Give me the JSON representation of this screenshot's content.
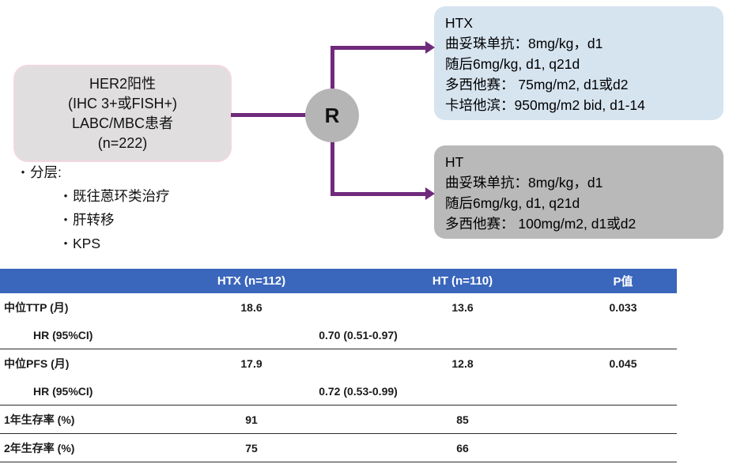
{
  "diagram": {
    "population_box": {
      "lines": [
        "HER2阳性",
        "(IHC 3+或FISH+)",
        "LABC/MBC患者",
        "(n=222)"
      ],
      "fill_color": "#e0dede",
      "border_color": "#f2d7e2"
    },
    "randomization": {
      "label": "R",
      "fill_color": "#b5b5b5"
    },
    "connector_color": "#702a7c",
    "arms": [
      {
        "name": "HTX",
        "fill_color": "#d6e4f0",
        "lines": [
          "HTX",
          "曲妥珠单抗：8mg/kg，d1",
          "随后6mg/kg, d1, q21d",
          "多西他赛： 75mg/m2, d1或d2",
          "卡培他滨：950mg/m2 bid, d1-14"
        ]
      },
      {
        "name": "HT",
        "fill_color": "#b9b9b9",
        "lines": [
          "HT",
          "曲妥珠单抗：8mg/kg，d1",
          "随后6mg/kg, d1, q21d",
          "多西他赛： 100mg/m2, d1或d2"
        ]
      }
    ],
    "stratification": {
      "heading": "分层:",
      "items": [
        "既往蒽环类治疗",
        "肝转移",
        "KPS"
      ],
      "bullet_glyph": "•"
    }
  },
  "table": {
    "header_bg": "#3a66bb",
    "columns": [
      "",
      "HTX (n=112)",
      "HT (n=110)",
      "P值"
    ],
    "rows": [
      {
        "type": "data",
        "label": "中位TTP (月)",
        "htx": "18.6",
        "ht": "13.6",
        "p": "0.033"
      },
      {
        "type": "span",
        "label": "HR (95%CI)",
        "value": "0.70 (0.51-0.97)",
        "ruled": true
      },
      {
        "type": "data",
        "label": "中位PFS (月)",
        "htx": "17.9",
        "ht": "12.8",
        "p": "0.045"
      },
      {
        "type": "span",
        "label": "HR (95%CI)",
        "value": "0.72 (0.53-0.99)",
        "ruled": true
      },
      {
        "type": "data",
        "label": "1年生存率 (%)",
        "htx": "91",
        "ht": "85",
        "p": "",
        "ruled": true
      },
      {
        "type": "data",
        "label": "2年生存率 (%)",
        "htx": "75",
        "ht": "66",
        "p": "",
        "ruled": true
      }
    ]
  }
}
